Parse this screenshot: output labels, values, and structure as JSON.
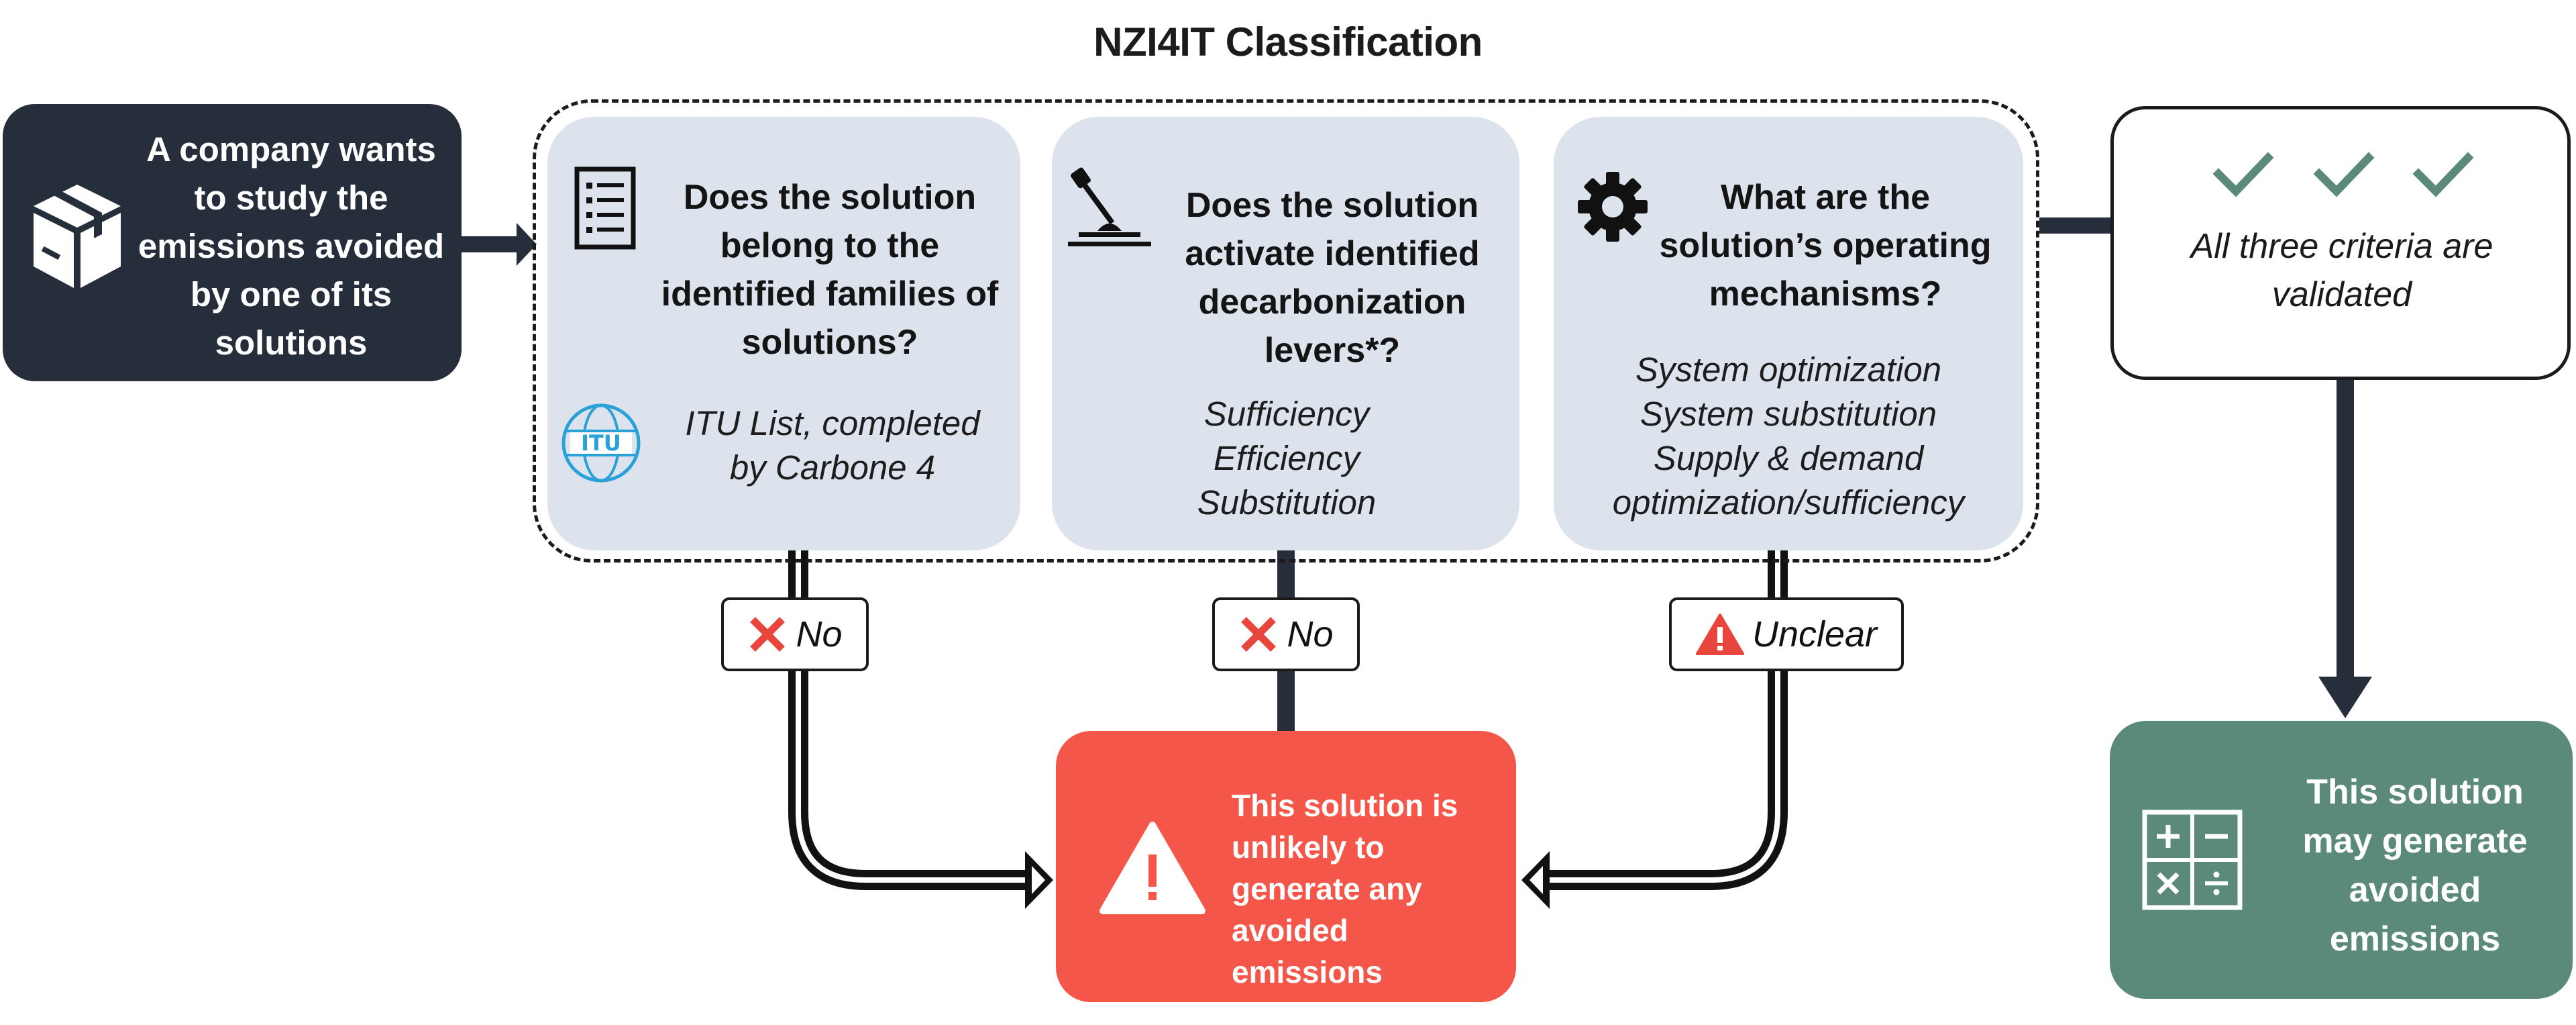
{
  "title": "NZI4IT Classification",
  "start": {
    "text": "A company wants to study the emissions avoided by one of its solutions",
    "icon": "package-box-icon"
  },
  "criteria": [
    {
      "question": "Does the solution belong to the identified families of solutions?",
      "answer_lines": [
        "ITU List, completed",
        "by Carbone 4"
      ],
      "icon": "checklist-icon",
      "logo_text": "ITU",
      "outcome_label": "No",
      "outcome_icon": "red-cross-icon"
    },
    {
      "question": "Does the solution activate identified decarbonization levers*?",
      "answer_lines": [
        "Sufficiency",
        "Efficiency",
        "Substitution"
      ],
      "icon": "lever-icon",
      "outcome_label": "No",
      "outcome_icon": "red-cross-icon"
    },
    {
      "question": "What are the solution’s operating mechanisms?",
      "answer_lines": [
        "System optimization",
        "System substitution",
        "Supply & demand",
        "optimization/sufficiency"
      ],
      "icon": "gear-icon",
      "outcome_label": "Unclear",
      "outcome_icon": "warning-icon"
    }
  ],
  "validated": {
    "text": "All three criteria are validated",
    "icon": "checkmarks-icon"
  },
  "negative_result": {
    "text": "This solution is unlikely to generate any avoided emissions",
    "icon": "warning-triangle-icon"
  },
  "positive_result": {
    "text": "This solution may generate avoided emissions",
    "icon": "calculator-icon"
  },
  "colors": {
    "dark": "#262e3c",
    "card": "#dde3ec",
    "red": "#f5564a",
    "green": "#5c8a7a",
    "check": "#5c8a7a",
    "itu_blue": "#2aa1d7"
  }
}
